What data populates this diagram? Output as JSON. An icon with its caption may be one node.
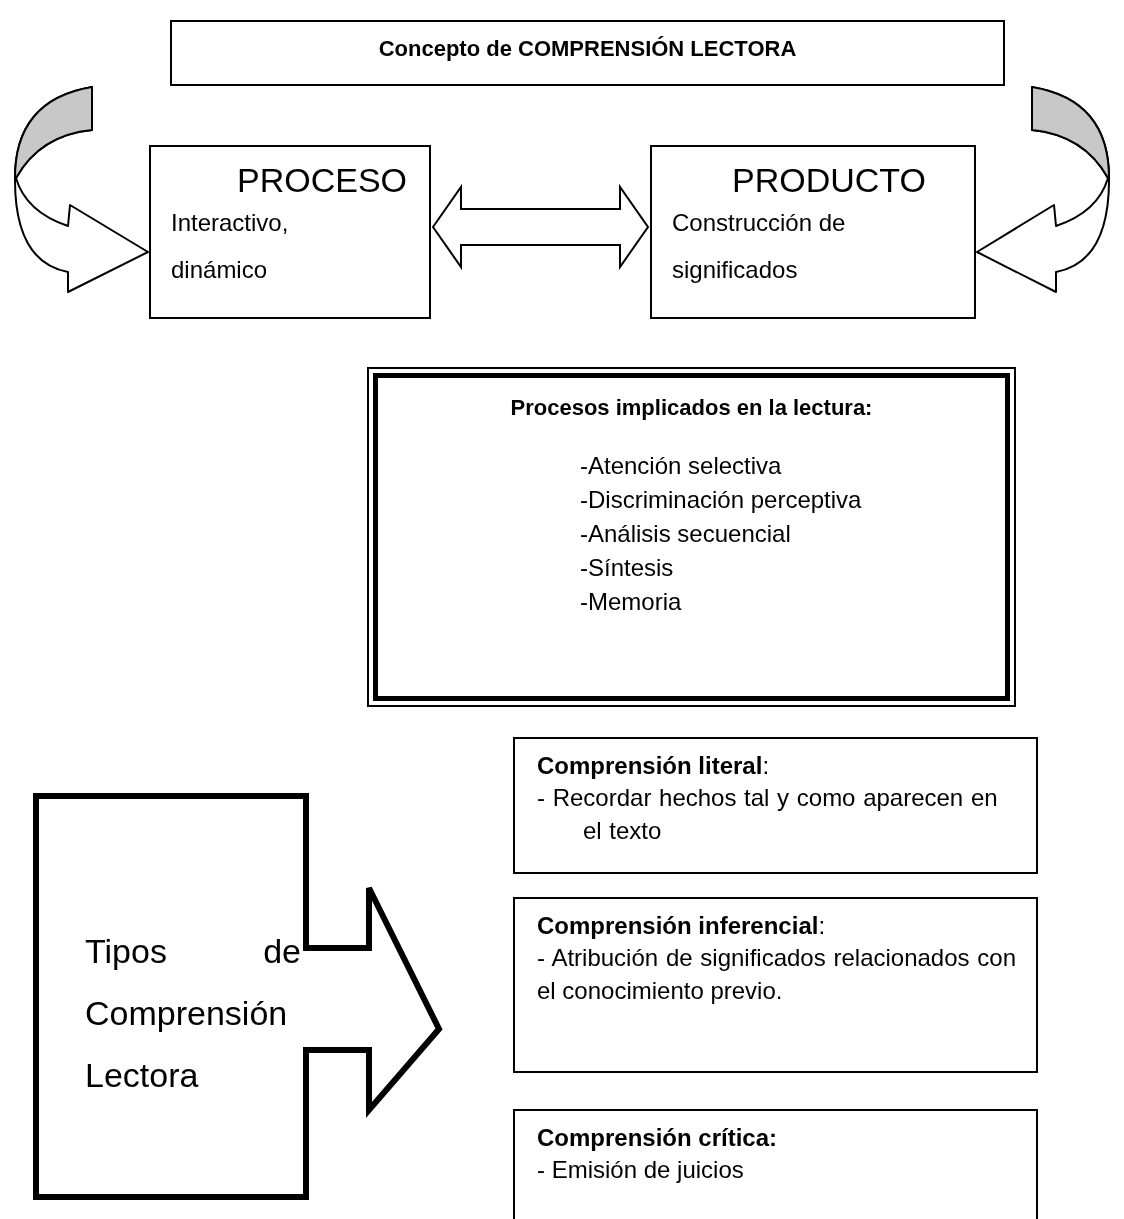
{
  "diagram": {
    "nodes": [
      {
        "text": [
          "Concepto de COMPRENSIÓN LECTORA"
        ]
      },
      {
        "text": [
          "PROCESO",
          "Interactivo, dinámico"
        ]
      },
      {
        "text": [
          "PRODUCTO",
          "Construcción de significados"
        ]
      },
      {
        "text": [
          "Procesos implicados en la lectura:",
          "-Atención selectiva",
          "-Discriminación perceptiva",
          "-Análisis secuencial",
          "-Síntesis",
          "-Memoria"
        ]
      },
      {
        "text": [
          "Tipos de Comprensión Lectora"
        ]
      },
      {
        "text": [
          "**Comprensión literal**:",
          "- Recordar hechos tal y como aparecen en el texto"
        ]
      },
      {
        "text": [
          "**Comprensión inferencial**:",
          "- Atribución de significados relacionados con el conocimiento previo."
        ]
      },
      {
        "text": [
          "Comprensión crítica:",
          "- Emisión de juicios"
        ]
      }
    ],
    "edges": [
      {
        "from": 1,
        "to": 2,
        "arrow": "both"
      },
      {
        "from": null,
        "to": 1,
        "arrow": "to"
      },
      {
        "from": null,
        "to": 2,
        "arrow": "to"
      }
    ]
  }
}
